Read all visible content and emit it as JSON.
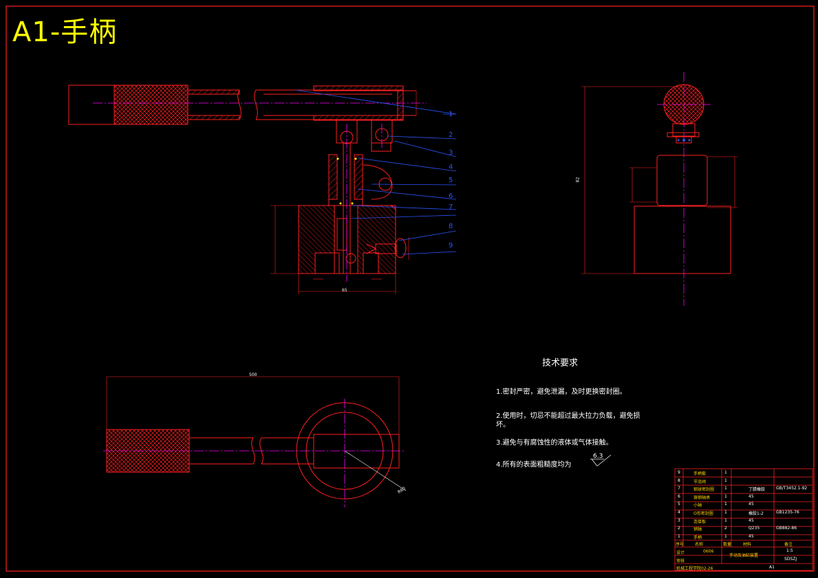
{
  "sheet_title": "A1-手柄",
  "technical_requirements": {
    "heading": "技术要求",
    "items": [
      "1.密封严密，避免泄漏，及时更换密封圈。",
      "2.使用时，切忌不能超过最大拉力负载，避免损",
      "坏。",
      "3.避免与有腐蚀性的液体或气体接触。",
      "4.所有的表面粗糙度均为"
    ],
    "roughness_value": "6.3"
  },
  "balloons": [
    "1",
    "2",
    "3",
    "4",
    "5",
    "6",
    "7",
    "8",
    "9"
  ],
  "dimensions": {
    "width_bottom": "65",
    "length_top": "500",
    "radius": "R60",
    "side_height": "82"
  },
  "parts_list": {
    "rows": [
      {
        "no": "9",
        "name": "手柄套",
        "qty": "1",
        "material": "",
        "std": ""
      },
      {
        "no": "8",
        "name": "节流阀",
        "qty": "1",
        "material": "",
        "std": ""
      },
      {
        "no": "7",
        "name": "钢球密封圈",
        "qty": "1",
        "material": "丁腈橡胶",
        "std": "GB/T3452.1-92"
      },
      {
        "no": "6",
        "name": "铸钢轴承",
        "qty": "1",
        "material": "45",
        "std": ""
      },
      {
        "no": "5",
        "name": "小轴",
        "qty": "1",
        "material": "45",
        "std": ""
      },
      {
        "no": "4",
        "name": "O形密封圈",
        "qty": "1",
        "material": "橡胶1-2",
        "std": "GB1235-76"
      },
      {
        "no": "3",
        "name": "连接板",
        "qty": "1",
        "material": "45",
        "std": ""
      },
      {
        "no": "2",
        "name": "销轴",
        "qty": "2",
        "material": "Q235",
        "std": "GB882-86"
      },
      {
        "no": "1",
        "name": "手柄",
        "qty": "1",
        "material": "45",
        "std": ""
      }
    ],
    "header": [
      "序号",
      "名称",
      "数量",
      "材料",
      "备注"
    ],
    "drawing_name": "手动及油缸装置",
    "scale": "1:5",
    "drawing_no": "0606",
    "designer_label": "设计",
    "check_label": "审核",
    "company": "机械工程学院02-26",
    "sheet_size": "A1",
    "code": "SDSZJ"
  }
}
